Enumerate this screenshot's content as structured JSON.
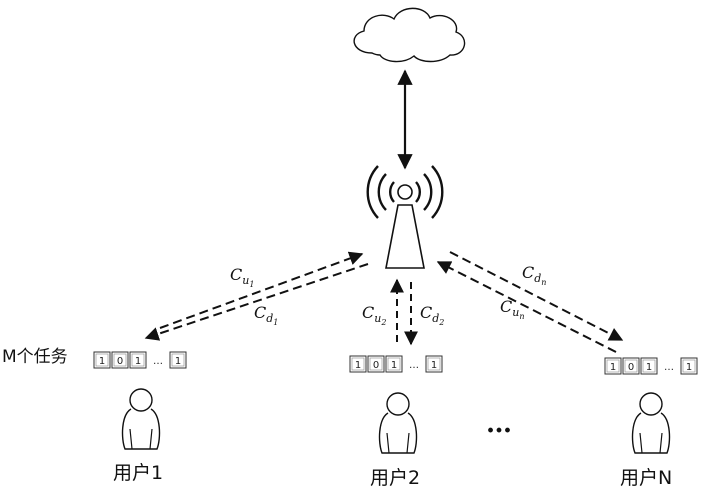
{
  "nodes": {
    "user1": {
      "label": "用户1",
      "tasks_label": "M个任务",
      "bits": [
        "1",
        "0",
        "1",
        "…",
        "1"
      ]
    },
    "user2": {
      "label": "用户2",
      "bits": [
        "1",
        "0",
        "1",
        "…",
        "1"
      ]
    },
    "userN": {
      "label": "用户N",
      "bits": [
        "1",
        "0",
        "1",
        "…",
        "1"
      ]
    },
    "ellipsis": "…"
  },
  "links": {
    "user1_up": {
      "base": "C",
      "sub": "u",
      "subsub": "1"
    },
    "user1_down": {
      "base": "C",
      "sub": "d",
      "subsub": "1"
    },
    "user2_up": {
      "base": "C",
      "sub": "u",
      "subsub": "2"
    },
    "user2_down": {
      "base": "C",
      "sub": "d",
      "subsub": "2"
    },
    "userN_down": {
      "base": "C",
      "sub": "d",
      "subsub": "n"
    },
    "userN_up": {
      "base": "C",
      "sub": "u",
      "subsub": "n"
    }
  }
}
